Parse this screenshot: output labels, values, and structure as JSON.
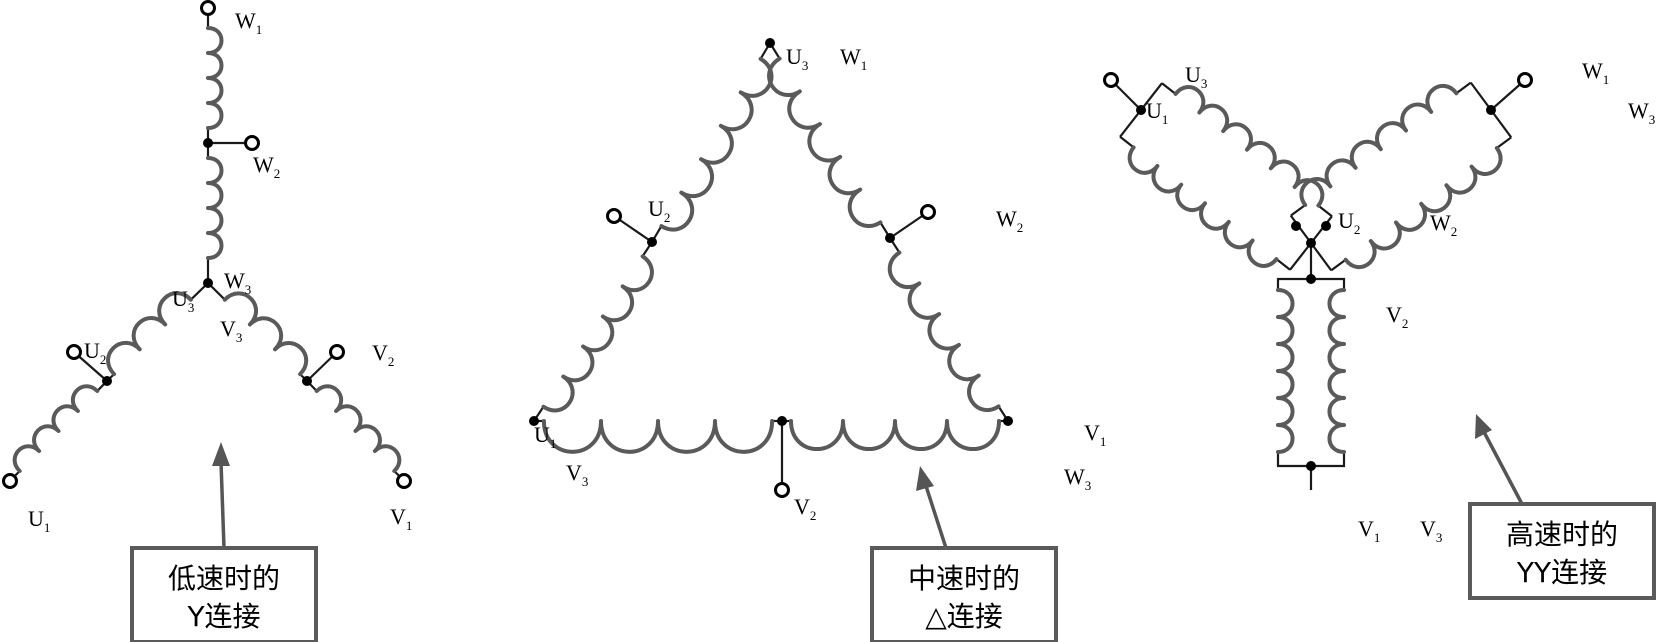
{
  "diagrams": [
    {
      "id": "low",
      "caption": [
        "低速时的",
        "Y连接"
      ],
      "labels": [
        {
          "main": "W",
          "sub": "1"
        },
        {
          "main": "W",
          "sub": "2"
        },
        {
          "main": "W",
          "sub": "3"
        },
        {
          "main": "U",
          "sub": "3"
        },
        {
          "main": "V",
          "sub": "3"
        },
        {
          "main": "U",
          "sub": "2"
        },
        {
          "main": "V",
          "sub": "2"
        },
        {
          "main": "U",
          "sub": "1"
        },
        {
          "main": "V",
          "sub": "1"
        }
      ]
    },
    {
      "id": "mid",
      "caption": [
        "中速时的",
        "△连接"
      ],
      "labels": [
        {
          "main": "U",
          "sub": "3"
        },
        {
          "main": "W",
          "sub": "1"
        },
        {
          "main": "U",
          "sub": "2"
        },
        {
          "main": "W",
          "sub": "2"
        },
        {
          "main": "U",
          "sub": "1"
        },
        {
          "main": "V",
          "sub": "3"
        },
        {
          "main": "V",
          "sub": "1"
        },
        {
          "main": "W",
          "sub": "3"
        },
        {
          "main": "V",
          "sub": "2"
        }
      ]
    },
    {
      "id": "high",
      "caption": [
        "高速时的",
        "YY连接"
      ],
      "labels": [
        {
          "main": "U",
          "sub": "3"
        },
        {
          "main": "U",
          "sub": "1"
        },
        {
          "main": "W",
          "sub": "1"
        },
        {
          "main": "W",
          "sub": "3"
        },
        {
          "main": "U",
          "sub": "2"
        },
        {
          "main": "W",
          "sub": "2"
        },
        {
          "main": "V",
          "sub": "2"
        },
        {
          "main": "V",
          "sub": "1"
        },
        {
          "main": "V",
          "sub": "3"
        }
      ]
    }
  ]
}
